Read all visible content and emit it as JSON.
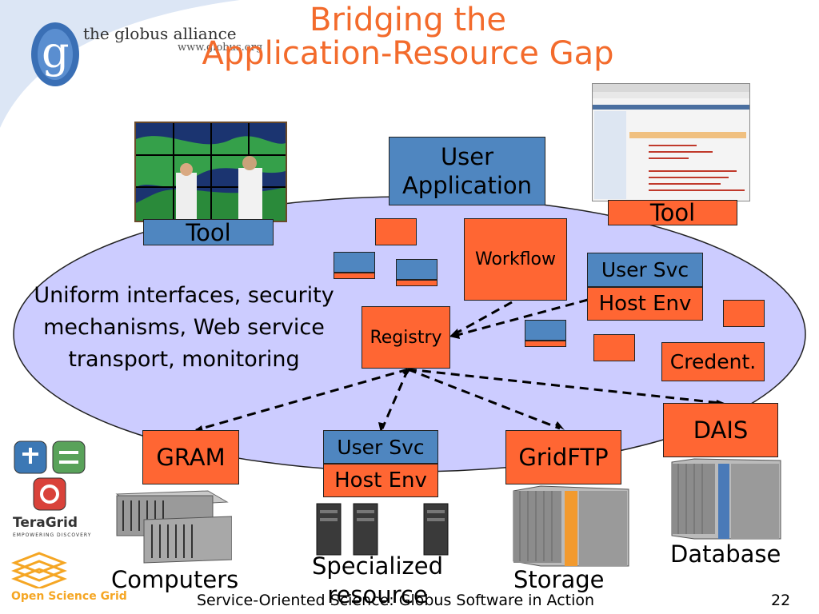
{
  "logo": {
    "name": "the globus alliance",
    "url": "www.globus.org",
    "letter": "g"
  },
  "title": {
    "line1": "Bridging the",
    "line2": "Application-Resource Gap"
  },
  "ellipse_text": "Uniform interfaces, security mechanisms, Web service transport, monitoring",
  "boxes": {
    "user_application": "User Application",
    "tool_left": "Tool",
    "tool_right": "Tool",
    "workflow": "Workflow",
    "user_svc_top": "User Svc",
    "host_env_top": "Host Env",
    "registry": "Registry",
    "credent": "Credent.",
    "gram": "GRAM",
    "user_svc_bottom": "User Svc",
    "host_env_bottom": "Host Env",
    "gridftp": "GridFTP",
    "dais": "DAIS"
  },
  "resources": {
    "computers": "Computers",
    "specialized": "Specialized resource",
    "storage": "Storage",
    "database": "Database"
  },
  "side_logos": {
    "teragrid": "TeraGrid",
    "teragrid_tagline": "EMPOWERING DISCOVERY",
    "osg": "Open Science Grid"
  },
  "footer": {
    "text": "Service-Oriented Science: Globus Software in Action",
    "page": "22"
  },
  "colors": {
    "title": "#f36b2c",
    "orange": "#ff6633",
    "blue": "#4f86c0",
    "ellipse": "#ccccff"
  }
}
